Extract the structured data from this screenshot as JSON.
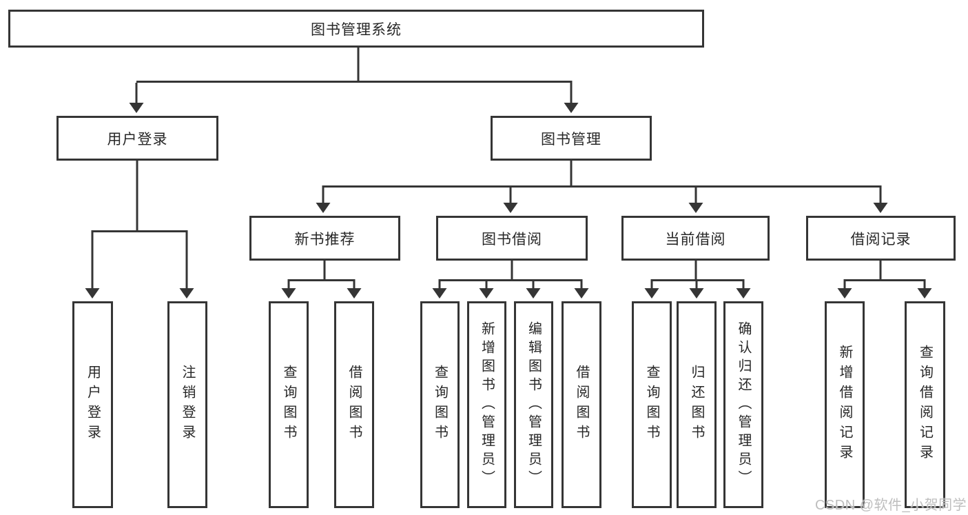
{
  "diagram_title": "图书管理系统",
  "colors": {
    "line": "#353535",
    "box_border": "#353535",
    "text": "#272727",
    "watermark": "#bababa",
    "background": "#ffffff"
  },
  "tree": {
    "root": {
      "label": "图书管理系统"
    },
    "branches": [
      {
        "label": "用户登录",
        "children": [
          {
            "label": "用户登录"
          },
          {
            "label": "注销登录"
          }
        ]
      },
      {
        "label": "图书管理",
        "children": [
          {
            "label": "新书推荐",
            "children": [
              {
                "label": "查询图书"
              },
              {
                "label": "借阅图书"
              }
            ]
          },
          {
            "label": "图书借阅",
            "children": [
              {
                "label": "查询图书"
              },
              {
                "label": "新增图书（管理员）"
              },
              {
                "label": "编辑图书（管理员）"
              },
              {
                "label": "借阅图书"
              }
            ]
          },
          {
            "label": "当前借阅",
            "children": [
              {
                "label": "查询图书"
              },
              {
                "label": "归还图书"
              },
              {
                "label": "确认归还（管理员）"
              }
            ]
          },
          {
            "label": "借阅记录",
            "children": [
              {
                "label": "新增借阅记录"
              },
              {
                "label": "查询借阅记录"
              }
            ]
          }
        ]
      }
    ]
  },
  "watermark": {
    "text": "CSDN @软件_小贺同学"
  }
}
